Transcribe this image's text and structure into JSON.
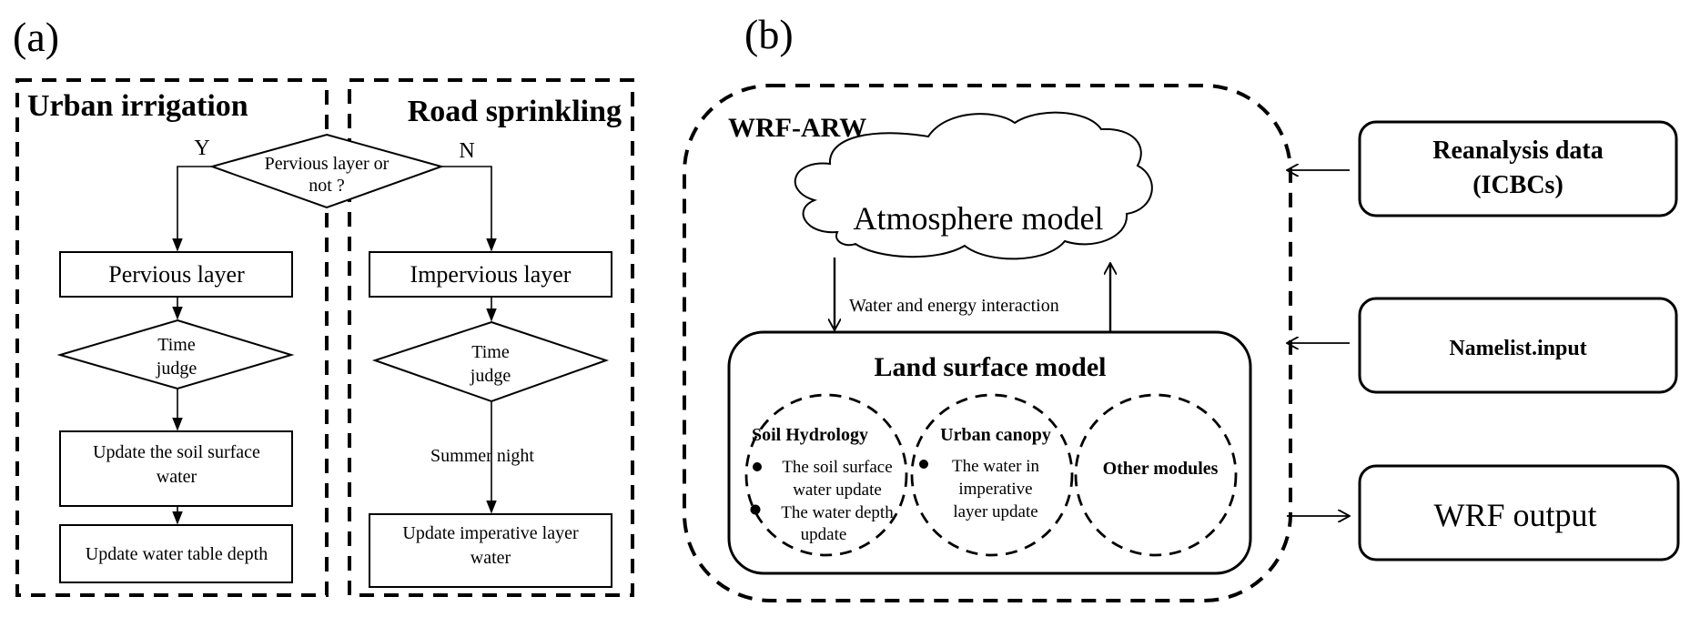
{
  "panel_a": {
    "label": "(a)",
    "left_section": {
      "title": "Urban irrigation",
      "branch_label": "Y",
      "steps": [
        "Pervious layer",
        "Time",
        "judge",
        "Update the soil surface",
        "water",
        "Update water table depth"
      ]
    },
    "right_section": {
      "title": "Road sprinkling",
      "branch_label": "N",
      "steps": [
        "Impervious layer",
        "Time",
        "judge",
        "Summer night",
        "Update imperative layer",
        "water"
      ]
    },
    "decision": {
      "line1": "Pervious layer or",
      "line2": "not ?"
    }
  },
  "panel_b": {
    "label": "(b)",
    "container_title": "WRF-ARW",
    "atmosphere": "Atmosphere model",
    "interaction": "Water and energy interaction",
    "land_surface": {
      "title": "Land surface model",
      "modules": [
        {
          "title": "Soil Hydrology",
          "bullets": [
            [
              "The soil surface",
              "water update"
            ],
            [
              "The water depth",
              "update"
            ]
          ]
        },
        {
          "title": "Urban canopy",
          "bullets": [
            [
              "The water in",
              "imperative",
              "layer update"
            ]
          ]
        },
        {
          "title": "Other modules",
          "bullets": []
        }
      ]
    },
    "inputs": [
      {
        "line1": "Reanalysis data",
        "line2": "(ICBCs)"
      },
      {
        "line1": "Namelist.input"
      }
    ],
    "output": "WRF output"
  }
}
